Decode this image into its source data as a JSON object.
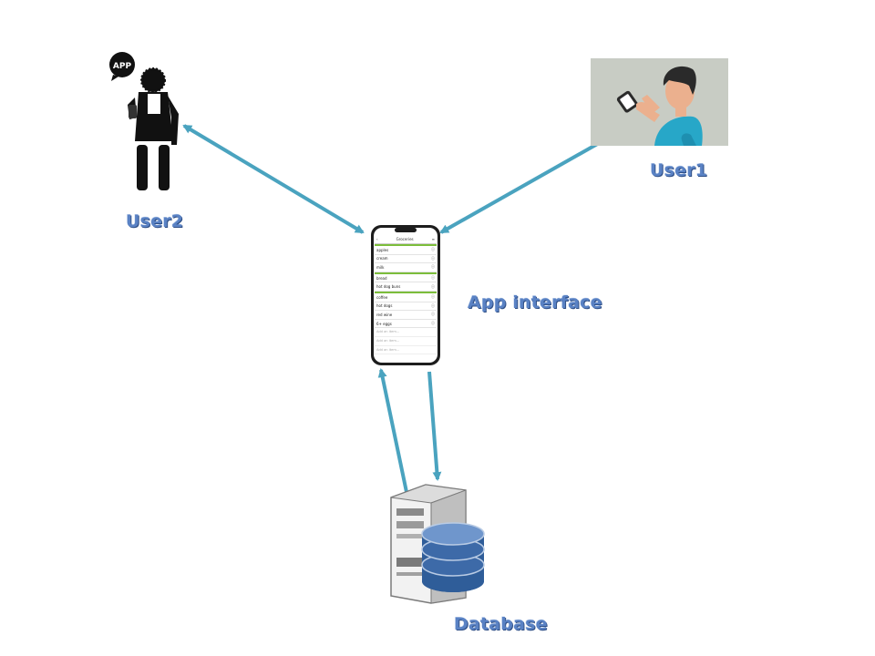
{
  "nodes": {
    "user1": {
      "label": "User1"
    },
    "user2": {
      "label": "User2",
      "bubble_text": "APP"
    },
    "app": {
      "label": "App interface"
    },
    "database": {
      "label": "Database"
    }
  },
  "phone_screen": {
    "title": "Groceries",
    "rows": [
      {
        "text": "apples",
        "highlight": true
      },
      {
        "text": "cream",
        "highlight": false
      },
      {
        "text": "milk",
        "highlight": false
      },
      {
        "text": "bread",
        "highlight": true
      },
      {
        "text": "hot dog buns",
        "highlight": false
      },
      {
        "text": "coffee",
        "highlight": true
      },
      {
        "text": "hot dogs",
        "highlight": false
      },
      {
        "text": "red wine",
        "highlight": false
      },
      {
        "text": "6+ eggs",
        "highlight": false
      }
    ],
    "add_rows": [
      "Add an item...",
      "Add an item...",
      "Add an item..."
    ]
  },
  "colors": {
    "arrow": "#4aa3bf",
    "label_fill": "#5a82c4",
    "label_shadow": "#2f4f86",
    "user1_bg": "#c8ccc4",
    "shirt": "#27a7c8",
    "skin": "#ebb08e",
    "hair": "#2a2a2a",
    "db_disk": "#3d6aa8",
    "server": "#d9d9d9",
    "app_green": "#7cbd3b"
  }
}
